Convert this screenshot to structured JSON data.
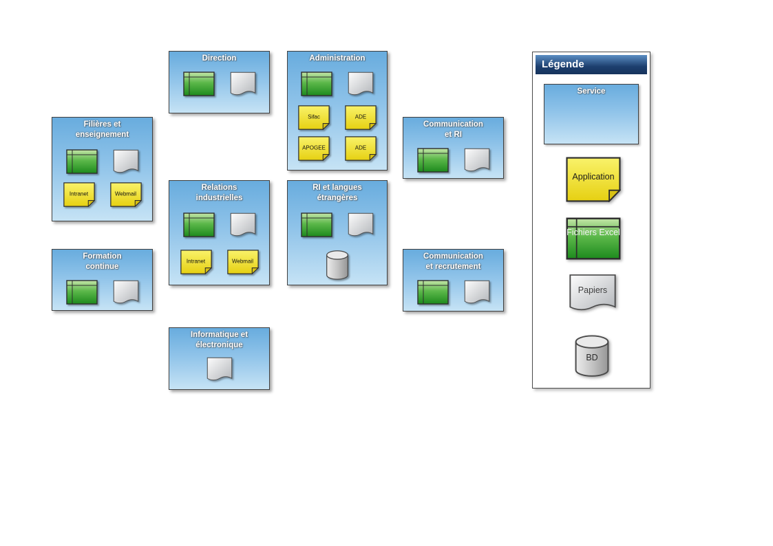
{
  "services": [
    {
      "label": "Direction"
    },
    {
      "label": "Administration",
      "apps": [
        "Sifac",
        "ADE",
        "APOGEE",
        "ADE"
      ]
    },
    {
      "label": "Filières et\nenseignement",
      "apps": [
        "Intranet",
        "Webmail"
      ]
    },
    {
      "label": "Communication\net RI"
    },
    {
      "label": "Relations\nindustrielles",
      "apps": [
        "Intranet",
        "Webmail"
      ]
    },
    {
      "label": "RI et langues\nétrangères"
    },
    {
      "label": "Formation\ncontinue"
    },
    {
      "label": "Communication\net recrutement"
    },
    {
      "label": "Informatique et\nélectronique"
    }
  ],
  "legend": {
    "header": "Légende",
    "service": "Service",
    "application": "Application",
    "excel": "Fichiers Excel",
    "papers": "Papiers",
    "database": "BD"
  },
  "colors": {
    "service_top": "#68acde",
    "service_bottom": "#c6e3f5",
    "legend_header": "#17365d",
    "note_yellow": "#f0e332",
    "excel_green": "#1d8a1d",
    "paper_gray": "#b9bcc0",
    "db_gray": "#c0c0c0"
  }
}
